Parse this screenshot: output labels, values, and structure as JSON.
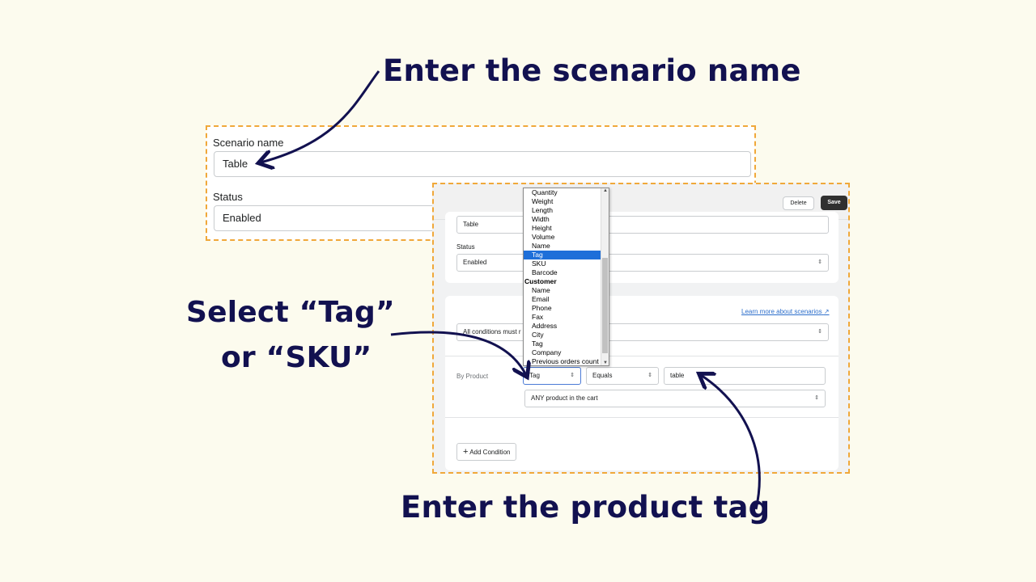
{
  "headlines": {
    "scenario_name": "Enter the scenario name",
    "select_line1": "Select “Tag”",
    "select_line2": "or “SKU”",
    "product_tag": "Enter the product tag"
  },
  "panel1": {
    "scenario_label": "Scenario name",
    "scenario_value": "Table",
    "status_label": "Status",
    "status_value": "Enabled"
  },
  "panel2": {
    "delete_label": "Delete",
    "save_label": "Save",
    "name_value": "Table",
    "status_label": "Status",
    "status_value": "Enabled",
    "learn_more": "Learn more about scenarios",
    "conditions_value": "All conditions must r",
    "by_product_label": "By Product",
    "field_value": "Tag",
    "operator_value": "Equals",
    "tag_value": "table",
    "scope_value": "ANY product in the cart",
    "add_condition": "Add Condition"
  },
  "dropdown": {
    "items": [
      {
        "label": "Quantity",
        "type": "option"
      },
      {
        "label": "Weight",
        "type": "option"
      },
      {
        "label": "Length",
        "type": "option"
      },
      {
        "label": "Width",
        "type": "option"
      },
      {
        "label": "Height",
        "type": "option"
      },
      {
        "label": "Volume",
        "type": "option"
      },
      {
        "label": "Name",
        "type": "option"
      },
      {
        "label": "Tag",
        "type": "selected"
      },
      {
        "label": "SKU",
        "type": "option"
      },
      {
        "label": "Barcode",
        "type": "option"
      },
      {
        "label": "Customer",
        "type": "group"
      },
      {
        "label": "Name",
        "type": "option"
      },
      {
        "label": "Email",
        "type": "option"
      },
      {
        "label": "Phone",
        "type": "option"
      },
      {
        "label": "Fax",
        "type": "option"
      },
      {
        "label": "Address",
        "type": "option"
      },
      {
        "label": "City",
        "type": "option"
      },
      {
        "label": "Tag",
        "type": "option"
      },
      {
        "label": "Company",
        "type": "option"
      },
      {
        "label": "Previous orders count",
        "type": "option"
      }
    ]
  },
  "colors": {
    "background": "#fcfbee",
    "headline": "#121150",
    "dashed_border": "#f0a83a",
    "selected_item": "#1e6fd9",
    "arrow": "#121150"
  }
}
